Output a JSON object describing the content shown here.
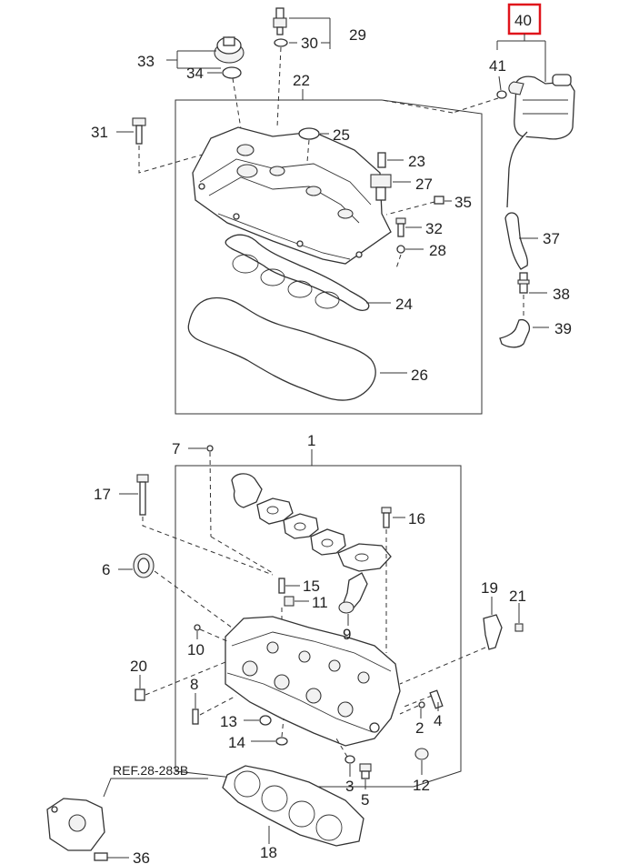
{
  "diagram": {
    "highlight_color": "#e0141b",
    "reference_note": "REF.28-283B",
    "callouts": {
      "c1": "1",
      "c2": "2",
      "c3": "3",
      "c4": "4",
      "c5": "5",
      "c6": "6",
      "c7": "7",
      "c8": "8",
      "c9": "9",
      "c10": "10",
      "c11": "11",
      "c12": "12",
      "c13": "13",
      "c14": "14",
      "c15": "15",
      "c16": "16",
      "c17": "17",
      "c18": "18",
      "c19": "19",
      "c20": "20",
      "c21": "21",
      "c22": "22",
      "c23": "23",
      "c24": "24",
      "c25": "25",
      "c26": "26",
      "c27": "27",
      "c28": "28",
      "c29": "29",
      "c30": "30",
      "c31": "31",
      "c32": "32",
      "c33": "33",
      "c34": "34",
      "c35": "35",
      "c36": "36",
      "c37": "37",
      "c38": "38",
      "c39": "39",
      "c40": "40",
      "c41": "41"
    }
  }
}
